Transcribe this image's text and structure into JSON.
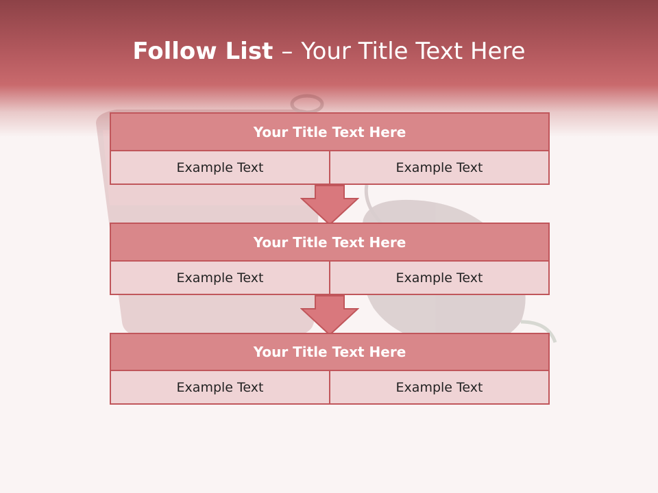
{
  "slide": {
    "title_bold": "Follow List",
    "title_dash": "–",
    "title_rest": "Your Title Text Here"
  },
  "blocks": [
    {
      "title": "Your Title Text Here",
      "cells": [
        "Example Text",
        "Example Text"
      ]
    },
    {
      "title": "Your Title Text Here",
      "cells": [
        "Example Text",
        "Example Text"
      ]
    },
    {
      "title": "Your Title Text Here",
      "cells": [
        "Example Text",
        "Example Text"
      ]
    }
  ],
  "colors": {
    "header": "#c96a6d",
    "block_title_fill": "#d9878a",
    "cell_fill": "#efd3d5",
    "border": "#c0565b",
    "arrow_fill": "#d9787d"
  },
  "icons": {
    "arrow": "down-arrow-icon",
    "background": "juice-glass-and-fruit-picture"
  }
}
